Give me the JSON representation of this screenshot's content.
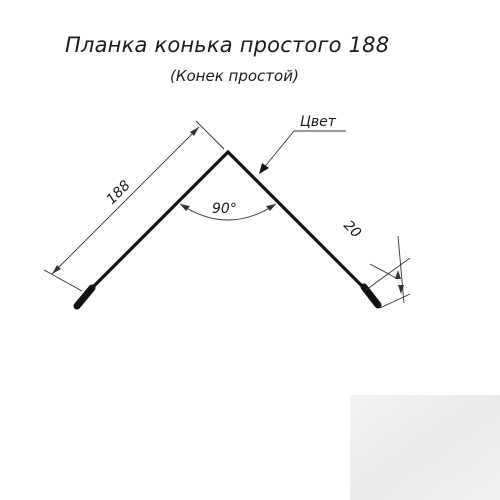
{
  "title": "Планка конька простого 188",
  "subtitle": "(Конек простой)",
  "dimensions": {
    "side_length": "188",
    "angle": "90°",
    "hem_length": "20"
  },
  "callout": "Цвет",
  "colors": {
    "line": "#111111",
    "dimension_line": "#333333",
    "text": "#1a1a1a",
    "swatch": "#e6e8ea"
  },
  "swatch": {
    "name": "galvanized-steel-texture"
  }
}
